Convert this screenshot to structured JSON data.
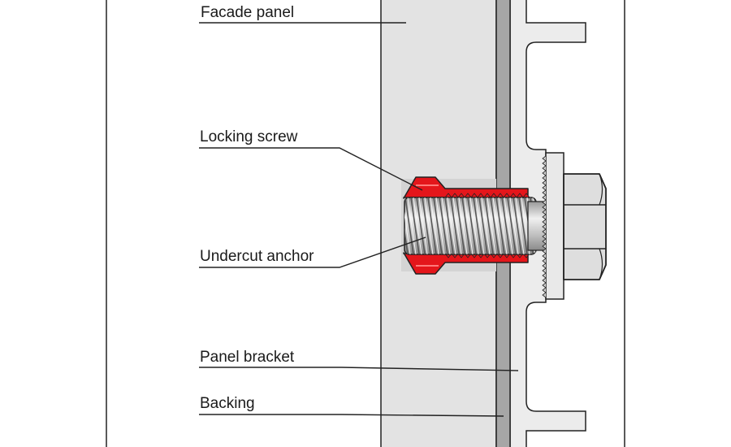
{
  "labels": {
    "facade_panel": "Facade panel",
    "locking_screw": "Locking screw",
    "undercut_anchor": "Undercut anchor",
    "panel_bracket": "Panel bracket",
    "backing": "Backing"
  },
  "colors": {
    "canvas": "#ffffff",
    "frame_line": "#222222",
    "panel_fill": "#e6e6e6",
    "bracket_fill": "#c8c8c8",
    "backing_fill": "#a2a2a2",
    "anchor_red": "#e4161b",
    "screw_gray": "#b4b4b4",
    "nut_gray": "#d2d2d2"
  }
}
